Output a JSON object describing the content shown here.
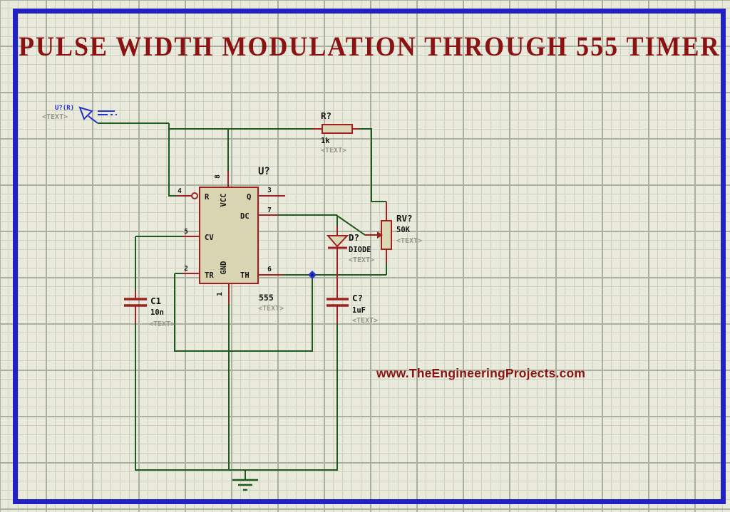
{
  "title": "PULSE WIDTH MODULATION THROUGH 555 TIMER",
  "watermark": "www.TheEngineeringProjects.com",
  "colors": {
    "wire_green": "#1d5a1d",
    "component_red": "#a02020",
    "component_fill": "#dcd7b5",
    "border_blue": "#2121c4",
    "title_red": "#8b1212",
    "placeholder_gray": "#97978c",
    "junction_blue": "#2536c9"
  },
  "input_terminal": {
    "ref": "U?(R)",
    "text": "<TEXT>"
  },
  "components": {
    "resistor": {
      "ref": "R?",
      "value": "1k",
      "text": "<TEXT>"
    },
    "timer": {
      "ref": "U?",
      "part": "555",
      "text": "<TEXT>",
      "pins": [
        {
          "num": "4",
          "name": "R"
        },
        {
          "num": "5",
          "name": "CV"
        },
        {
          "num": "2",
          "name": "TR"
        },
        {
          "num": "8",
          "name": "VCC"
        },
        {
          "num": "1",
          "name": "GND"
        },
        {
          "num": "3",
          "name": "Q"
        },
        {
          "num": "7",
          "name": "DC"
        },
        {
          "num": "6",
          "name": "TH"
        }
      ]
    },
    "pot": {
      "ref": "RV?",
      "value": "50K",
      "text": "<TEXT>"
    },
    "diode": {
      "ref": "D?",
      "value": "DIODE",
      "text": "<TEXT>"
    },
    "cap1": {
      "ref": "C1",
      "value": "10n",
      "text": "<TEXT>"
    },
    "cap2": {
      "ref": "C?",
      "value": "1uF",
      "text": "<TEXT>"
    }
  }
}
